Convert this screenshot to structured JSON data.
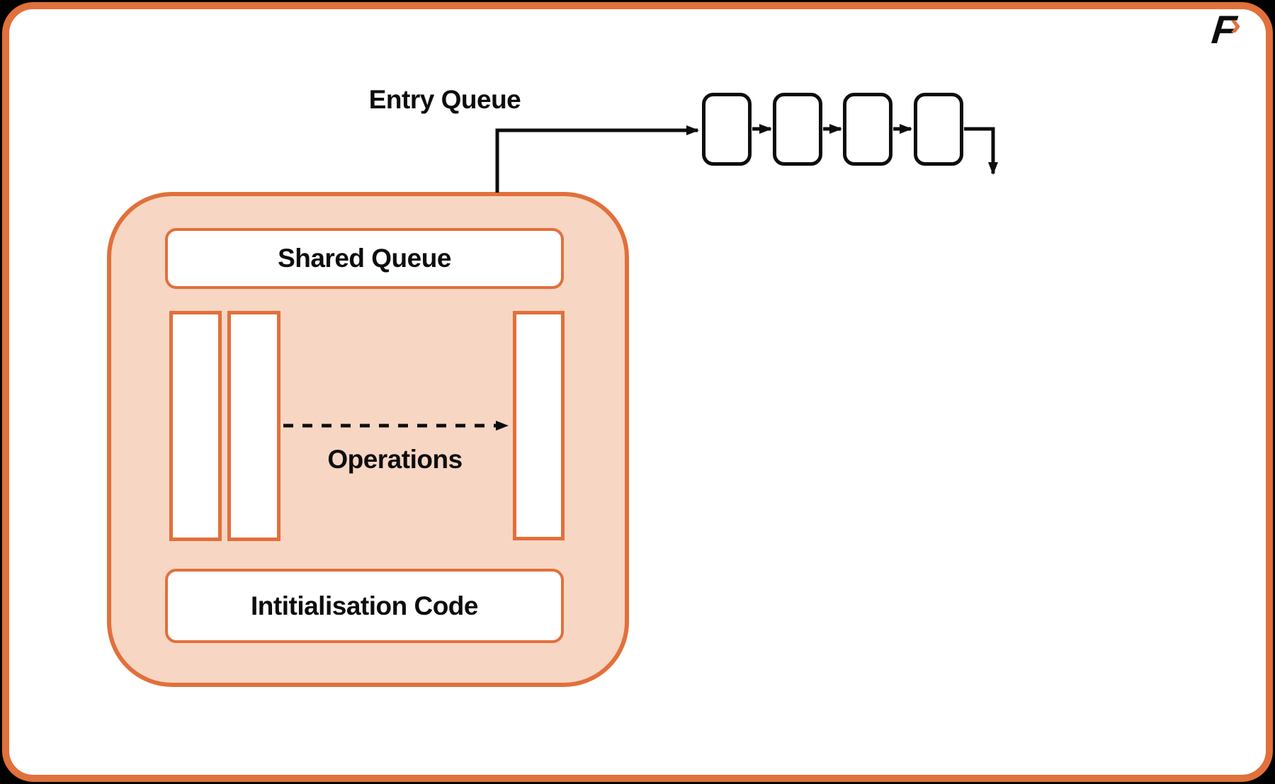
{
  "colors": {
    "page-bg": "#000000",
    "surface": "#ffffff",
    "orange": "#e1703b",
    "container-fill": "#f8d6c4",
    "ink": "#0d0d0d"
  },
  "logo": {
    "letter": "F",
    "chevron": "›"
  },
  "labels": {
    "entry_queue": "Entry Queue",
    "shared_queue": "Shared Queue",
    "operations": "Operations",
    "initialisation_code": "Intitialisation Code"
  },
  "queue": {
    "node_count": 4
  }
}
